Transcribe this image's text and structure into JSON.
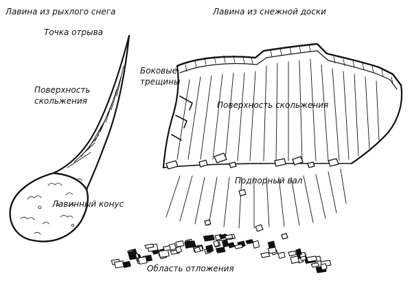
{
  "colors": {
    "ink": "#111111",
    "paper": "#ffffff"
  },
  "labels": {
    "loose_title": "Лавина из рыхлого снега",
    "slab_title": "Лавина из снежной доски",
    "breakaway_point": "Точка отрыва",
    "sliding_surface_left_line1": "Поверхность",
    "sliding_surface_left_line2": "скольжения",
    "side_cracks_line1": "Боковые",
    "side_cracks_line2": "трещины",
    "sliding_surface_right": "Поверхность скольжения",
    "retaining_ridge": "Подпорный вал",
    "avalanche_cone": "Лавинный конус",
    "deposition_zone": "Область отложения"
  }
}
